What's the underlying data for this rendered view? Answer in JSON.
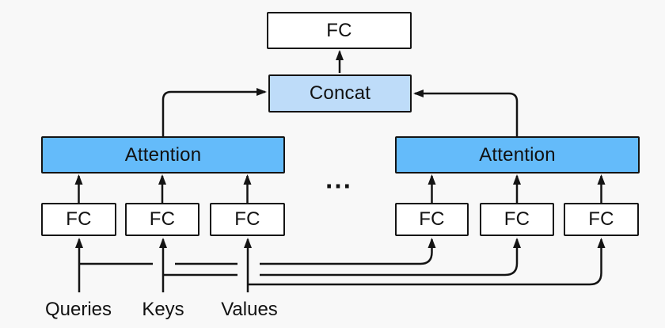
{
  "diagram": {
    "nodes": {
      "output_fc": {
        "label": "FC"
      },
      "concat": {
        "label": "Concat"
      },
      "attention_left": {
        "label": "Attention"
      },
      "attention_right": {
        "label": "Attention"
      },
      "fc_left": [
        {
          "label": "FC"
        },
        {
          "label": "FC"
        },
        {
          "label": "FC"
        }
      ],
      "fc_right": [
        {
          "label": "FC"
        },
        {
          "label": "FC"
        },
        {
          "label": "FC"
        }
      ],
      "ellipsis": "⋯"
    },
    "inputs": {
      "queries": "Queries",
      "keys": "Keys",
      "values": "Values"
    },
    "colors": {
      "background": "#f8f8f8",
      "line": "#141414",
      "box_fill": "#ffffff",
      "attention_fill": "#64bbfa",
      "concat_fill": "#bedcf9",
      "text": "#111111"
    }
  }
}
